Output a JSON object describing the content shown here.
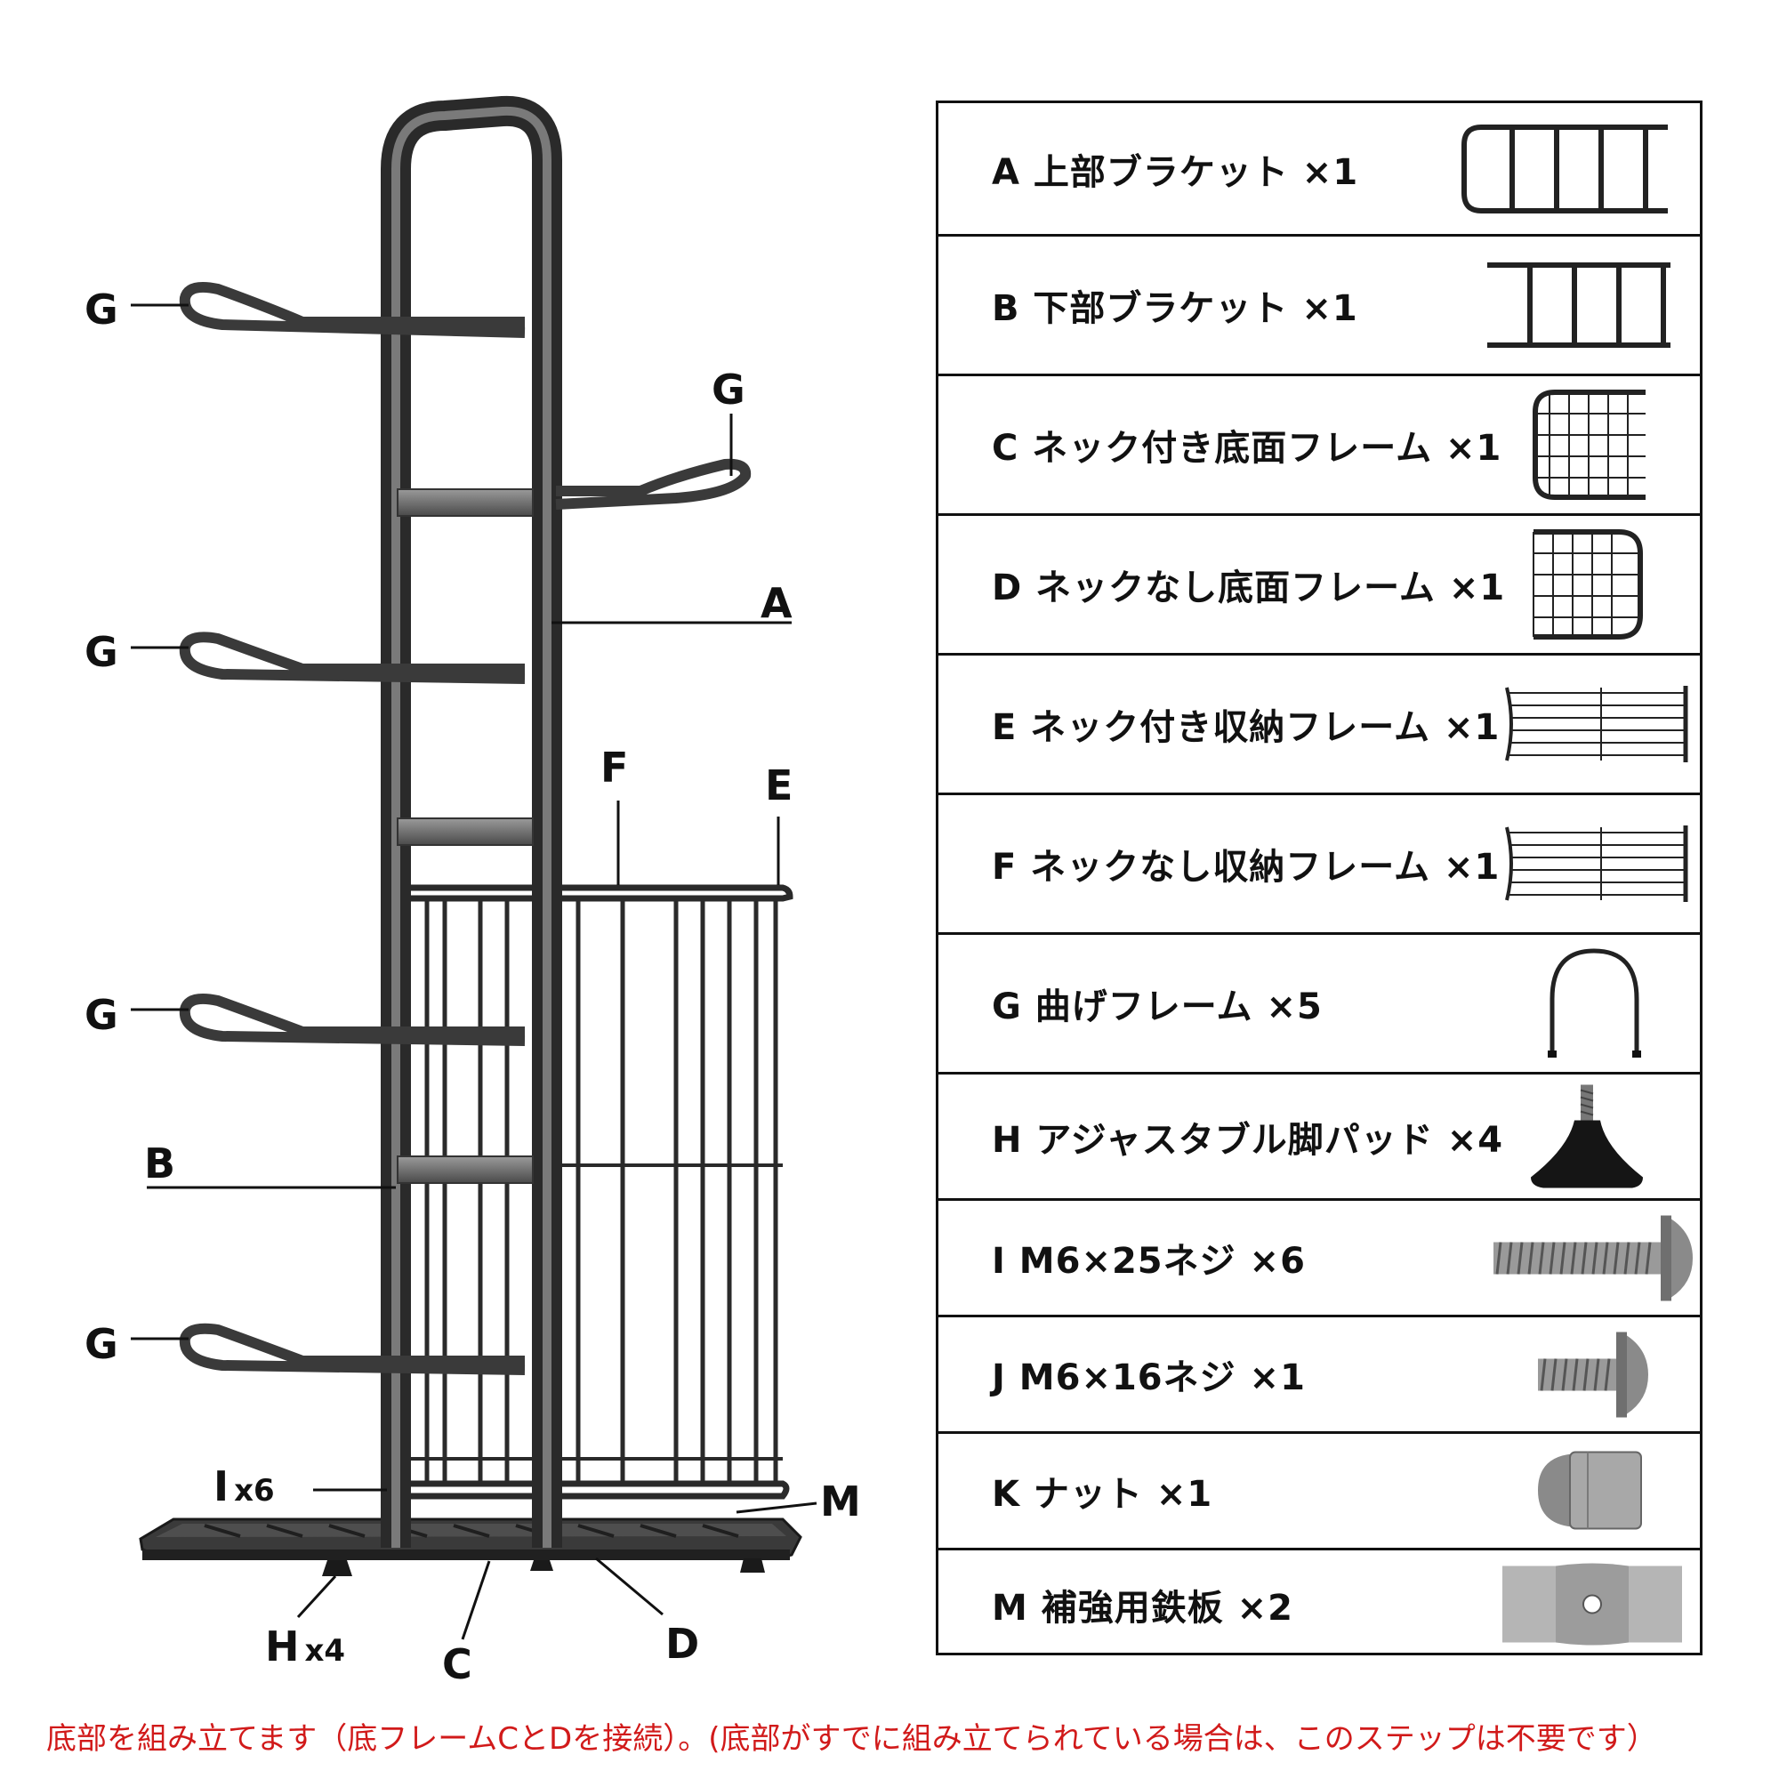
{
  "callouts": {
    "g1": "G",
    "g2": "G",
    "g3": "G",
    "g4": "G",
    "g5": "G",
    "a": "A",
    "b": "B",
    "f": "F",
    "e": "E",
    "m": "M",
    "c": "C",
    "d": "D",
    "i": "I",
    "i_qty": "x6",
    "h": "H",
    "h_qty": "x4"
  },
  "parts": [
    {
      "label": "A 上部ブラケット ×1",
      "icon": "top-bracket-icon"
    },
    {
      "label": "B 下部ブラケット ×1",
      "icon": "bottom-bracket-icon"
    },
    {
      "label": "C ネック付き底面フレーム ×1",
      "icon": "base-frame-with-neck-icon"
    },
    {
      "label": "D ネックなし底面フレーム ×1",
      "icon": "base-frame-without-neck-icon"
    },
    {
      "label": "E ネック付き収納フレーム ×1",
      "icon": "storage-frame-with-neck-icon"
    },
    {
      "label": "F ネックなし収納フレーム ×1",
      "icon": "storage-frame-without-neck-icon"
    },
    {
      "label": "G 曲げフレーム ×5",
      "icon": "bent-frame-icon"
    },
    {
      "label": "H アジャスタブル脚パッド ×4",
      "icon": "adjustable-foot-pad-icon"
    },
    {
      "label": "I M6×25ネジ ×6",
      "icon": "screw-m6x25-icon"
    },
    {
      "label": "J M6×16ネジ ×1",
      "icon": "screw-m6x16-icon"
    },
    {
      "label": "K ナット ×1",
      "icon": "nut-icon"
    },
    {
      "label": "M 補強用鉄板 ×2",
      "icon": "reinforcing-plate-icon"
    }
  ],
  "footer_note": "底部を組み立てます（底フレームCとDを接続）。(底部がすでに組み立てられている場合は、このステップは不要です）"
}
